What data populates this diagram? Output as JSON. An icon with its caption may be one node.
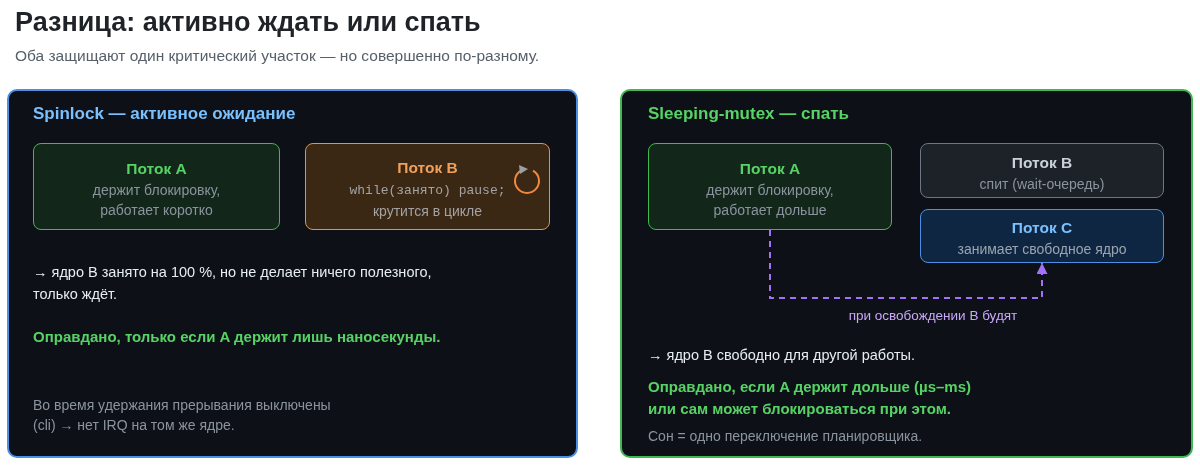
{
  "diagram": {
    "title": "Разница: активно ждать или спать",
    "labels": [
      "Оба защищают один критический участок — но совершенно по-разному."
    ],
    "nodes": [
      {
        "text": [
          "Spinlock — активное ожидание",
          "→ ядро B занято на 100 %, но не делает ничего полезного, только ждёт.",
          "Оправдано, только если A держит лишь наносекунды.",
          "Во время удержания прерывания выключены (cli) → нет IRQ на том же ядре."
        ]
      },
      {
        "text": [
          "Поток A",
          "держит блокировку, работает коротко"
        ],
        "in": 0
      },
      {
        "text": [
          "Поток B",
          "while(занято) pause;",
          "крутится в цикле"
        ],
        "in": 0
      },
      {
        "text": [
          "Sleeping-mutex — спать",
          "→ ядро B свободно для другой работы.",
          "Оправдано, если A держит дольше (µs–ms) или сам может блокироваться при этом.",
          "Сон = одно переключение планировщика."
        ]
      },
      {
        "text": [
          "Поток A",
          "держит блокировку, работает дольше"
        ],
        "in": 3
      },
      {
        "text": [
          "Поток B",
          "спит (wait-очередь)"
        ],
        "in": 3
      },
      {
        "text": [
          "Поток C",
          "занимает свободное ядро"
        ],
        "in": 3
      }
    ],
    "edges": [
      {
        "from": 4,
        "to": 6,
        "arrow": "to",
        "label": "при освобождении B будят",
        "style": "dashed",
        "color": "#a371f7"
      }
    ]
  }
}
